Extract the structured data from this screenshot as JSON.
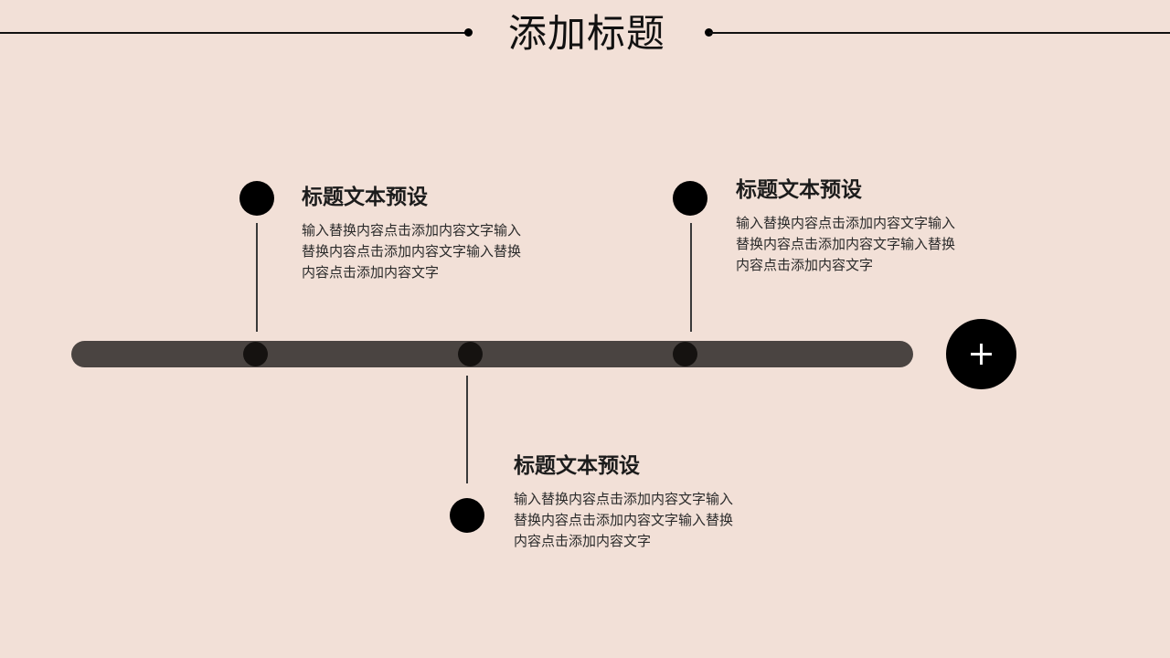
{
  "header": {
    "title": "添加标题"
  },
  "timeline": {
    "items": [
      {
        "title": "标题文本预设",
        "text": "输入替换内容点击添加内容文字输入替换内容点击添加内容文字输入替换内容点击添加内容文字"
      },
      {
        "title": "标题文本预设",
        "text": "输入替换内容点击添加内容文字输入替换内容点击添加内容文字输入替换内容点击添加内容文字"
      },
      {
        "title": "标题文本预设",
        "text": "输入替换内容点击添加内容文字输入替换内容点击添加内容文字输入替换内容点击添加内容文字"
      }
    ]
  },
  "colors": {
    "background": "#f2e0d7",
    "bar": "#4a4441",
    "node": "#000000"
  },
  "icons": {
    "add": "plus-icon"
  }
}
